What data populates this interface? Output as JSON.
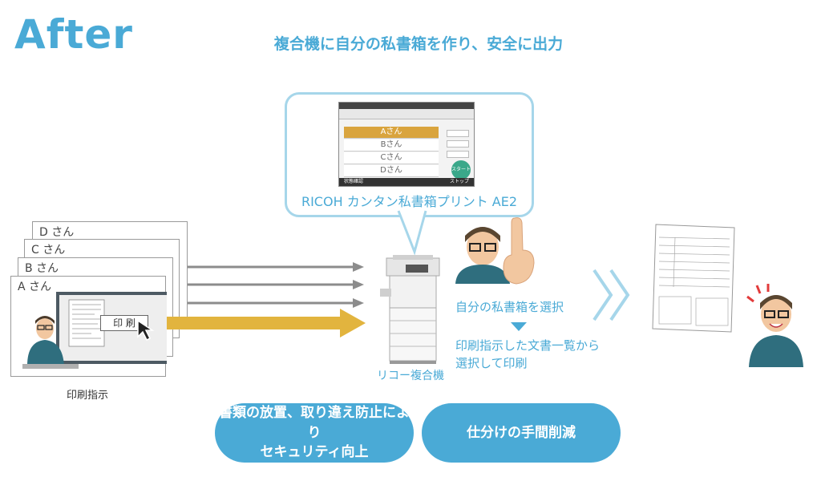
{
  "header": {
    "title": "After",
    "subtitle": "複合機に自分の私書箱を作り、安全に出力"
  },
  "papers": [
    {
      "label": "D さん"
    },
    {
      "label": "C さん"
    },
    {
      "label": "B さん"
    },
    {
      "label": "A さん"
    }
  ],
  "pc": {
    "print_button": "印 刷",
    "caption": "印刷指示"
  },
  "callout": {
    "product_name": "RICOH カンタン私書箱プリント AE2",
    "screen": {
      "names": [
        "Aさん",
        "Bさん",
        "Cさん",
        "Dさん"
      ],
      "status_label": "状態確認",
      "stop_label": "ストップ",
      "start_label": "スタート"
    }
  },
  "mfp": {
    "caption": "リコー複合機"
  },
  "steps": {
    "step1": "自分の私書箱を選択",
    "step2_line1": "印刷指示した文書一覧から",
    "step2_line2": "選択して印刷"
  },
  "benefits": {
    "left_line1": "書類の放置、取り違え防止により",
    "left_line2": "セキュリティ向上",
    "right": "仕分けの手間削減"
  },
  "colors": {
    "accent_blue": "#4aaad6",
    "callout_border": "#a6d6ea",
    "arrow_gold": "#e2b43e",
    "arrow_gray": "#8c8c8c"
  }
}
